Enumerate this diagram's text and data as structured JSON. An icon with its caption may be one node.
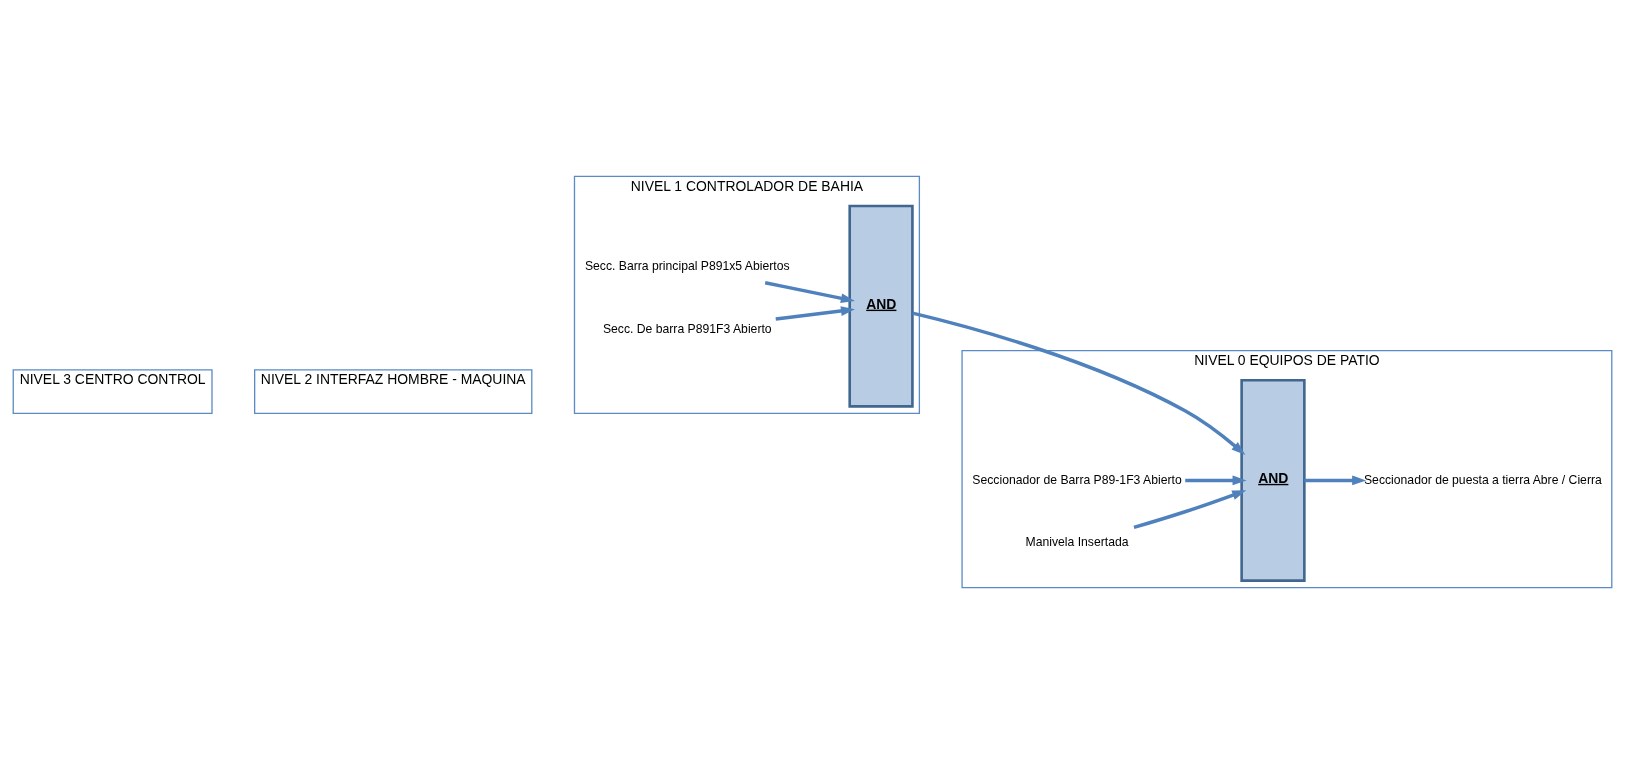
{
  "diagram": {
    "nodes": [
      {
        "text": [
          "NIVEL 3 CENTRO CONTROL"
        ]
      },
      {
        "text": [
          "NIVEL 2 INTERFAZ HOMBRE - MAQUINA"
        ]
      },
      {
        "text": [
          "NIVEL 1 CONTROLADOR DE BAHIA"
        ]
      },
      {
        "text": [
          "Secc. Barra principal P891x5 Abiertos"
        ],
        "in": 2
      },
      {
        "text": [
          "Secc. De barra P891F3 Abierto"
        ],
        "in": 2
      },
      {
        "text": [
          "AND"
        ],
        "in": 2
      },
      {
        "text": [
          "NIVEL 0 EQUIPOS DE PATIO"
        ]
      },
      {
        "text": [
          "Seccionador de Barra P89-1F3 Abierto"
        ],
        "in": 6
      },
      {
        "text": [
          "Manivela Insertada"
        ],
        "in": 6
      },
      {
        "text": [
          "AND"
        ],
        "in": 6
      },
      {
        "text": [
          "Seccionador de puesta a tierra Abre / Cierra"
        ],
        "in": 6
      }
    ],
    "edges": [
      {
        "from": 3,
        "to": 5,
        "arrow": "to"
      },
      {
        "from": 4,
        "to": 5,
        "arrow": "to"
      },
      {
        "from": 7,
        "to": 9,
        "arrow": "to"
      },
      {
        "from": 5,
        "to": 9,
        "arrow": "to"
      },
      {
        "from": 8,
        "to": 9,
        "arrow": "to"
      },
      {
        "from": 9,
        "to": 10,
        "arrow": "to"
      }
    ]
  }
}
